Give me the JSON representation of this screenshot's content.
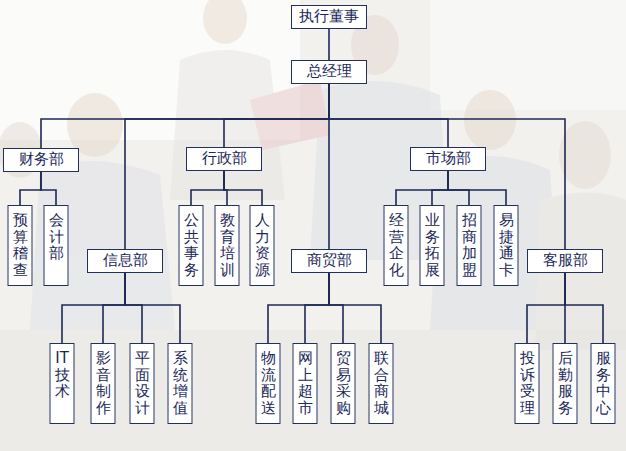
{
  "diagram": {
    "nodes": [
      {
        "text": [
          "执行董事"
        ]
      },
      {
        "text": [
          "总经理"
        ]
      },
      {
        "text": [
          "财务部"
        ]
      },
      {
        "text": [
          "预算稽查"
        ]
      },
      {
        "text": [
          "会计部"
        ]
      },
      {
        "text": [
          "行政部"
        ]
      },
      {
        "text": [
          "公共事务"
        ]
      },
      {
        "text": [
          "教育培训"
        ]
      },
      {
        "text": [
          "人力资源"
        ]
      },
      {
        "text": [
          "市场部"
        ]
      },
      {
        "text": [
          "经营企化"
        ]
      },
      {
        "text": [
          "业务拓展"
        ]
      },
      {
        "text": [
          "招商加盟"
        ]
      },
      {
        "text": [
          "易捷通卡"
        ]
      },
      {
        "text": [
          "信息部"
        ]
      },
      {
        "text": [
          "商贸部"
        ]
      },
      {
        "text": [
          "客服部"
        ]
      },
      {
        "text": [
          "IT技术"
        ]
      },
      {
        "text": [
          "影音制作"
        ]
      },
      {
        "text": [
          "平面设计"
        ]
      },
      {
        "text": [
          "系统增值"
        ]
      },
      {
        "text": [
          "物流配送"
        ]
      },
      {
        "text": [
          "网上超市"
        ]
      },
      {
        "text": [
          "贸易采购"
        ]
      },
      {
        "text": [
          "联合商城"
        ]
      },
      {
        "text": [
          "投诉受理"
        ]
      },
      {
        "text": [
          "后勤服务"
        ]
      },
      {
        "text": [
          "服务中心"
        ]
      }
    ],
    "edges": [
      {
        "from": 0,
        "to": 1,
        "arrow": "none"
      },
      {
        "from": 1,
        "to": 2,
        "arrow": "none"
      },
      {
        "from": 1,
        "to": 5,
        "arrow": "none"
      },
      {
        "from": 1,
        "to": 9,
        "arrow": "none"
      },
      {
        "from": 1,
        "to": 14,
        "arrow": "none"
      },
      {
        "from": 1,
        "to": 15,
        "arrow": "none"
      },
      {
        "from": 1,
        "to": 16,
        "arrow": "none"
      },
      {
        "from": 2,
        "to": 3,
        "arrow": "none"
      },
      {
        "from": 2,
        "to": 4,
        "arrow": "none"
      },
      {
        "from": 5,
        "to": 6,
        "arrow": "none"
      },
      {
        "from": 5,
        "to": 7,
        "arrow": "none"
      },
      {
        "from": 5,
        "to": 8,
        "arrow": "none"
      },
      {
        "from": 9,
        "to": 10,
        "arrow": "none"
      },
      {
        "from": 9,
        "to": 11,
        "arrow": "none"
      },
      {
        "from": 9,
        "to": 12,
        "arrow": "none"
      },
      {
        "from": 9,
        "to": 13,
        "arrow": "none"
      },
      {
        "from": 14,
        "to": 17,
        "arrow": "none"
      },
      {
        "from": 14,
        "to": 18,
        "arrow": "none"
      },
      {
        "from": 14,
        "to": 19,
        "arrow": "none"
      },
      {
        "from": 14,
        "to": 20,
        "arrow": "none"
      },
      {
        "from": 15,
        "to": 21,
        "arrow": "none"
      },
      {
        "from": 15,
        "to": 22,
        "arrow": "none"
      },
      {
        "from": 15,
        "to": 23,
        "arrow": "none"
      },
      {
        "from": 15,
        "to": 24,
        "arrow": "none"
      },
      {
        "from": 16,
        "to": 25,
        "arrow": "none"
      },
      {
        "from": 16,
        "to": 26,
        "arrow": "none"
      },
      {
        "from": 16,
        "to": 27,
        "arrow": "none"
      }
    ]
  }
}
